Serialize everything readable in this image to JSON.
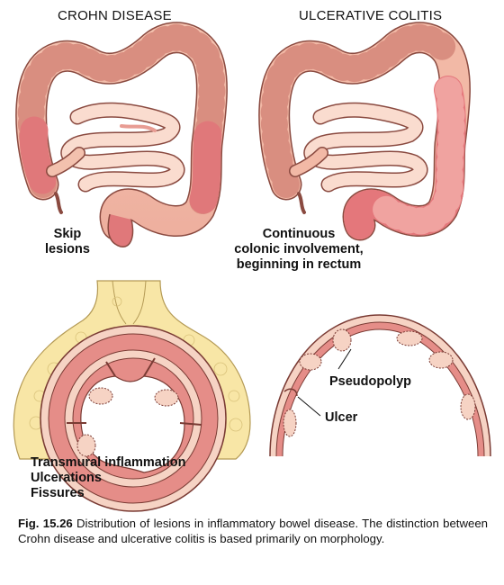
{
  "titles": {
    "crohn": "CROHN DISEASE",
    "uc": "ULCERATIVE COLITIS"
  },
  "labels": {
    "skip_lesions": [
      "Skip",
      "lesions"
    ],
    "continuous": [
      "Continuous",
      "colonic involvement,",
      "beginning in rectum"
    ],
    "transmural": [
      "Transmural inflammation",
      "Ulcerations",
      "Fissures"
    ],
    "pseudopolyp": "Pseudopolyp",
    "ulcer": "Ulcer"
  },
  "caption": {
    "fig": "Fig. 15.26",
    "text": "Distribution of lesions in inflammatory bowel disease. The distinction between Crohn disease and ulcerative colitis is based primarily on morphology."
  },
  "colors": {
    "colon_pink": "#f2b9a6",
    "lesion_red": "#e0787a",
    "uc_red": "#e4777b",
    "small_bowel": "#fadccf",
    "fat": "#f8e6a6",
    "mucosa": "#e58d88",
    "submucosa": "#f6d3c4",
    "outline": "#7a3b34"
  }
}
